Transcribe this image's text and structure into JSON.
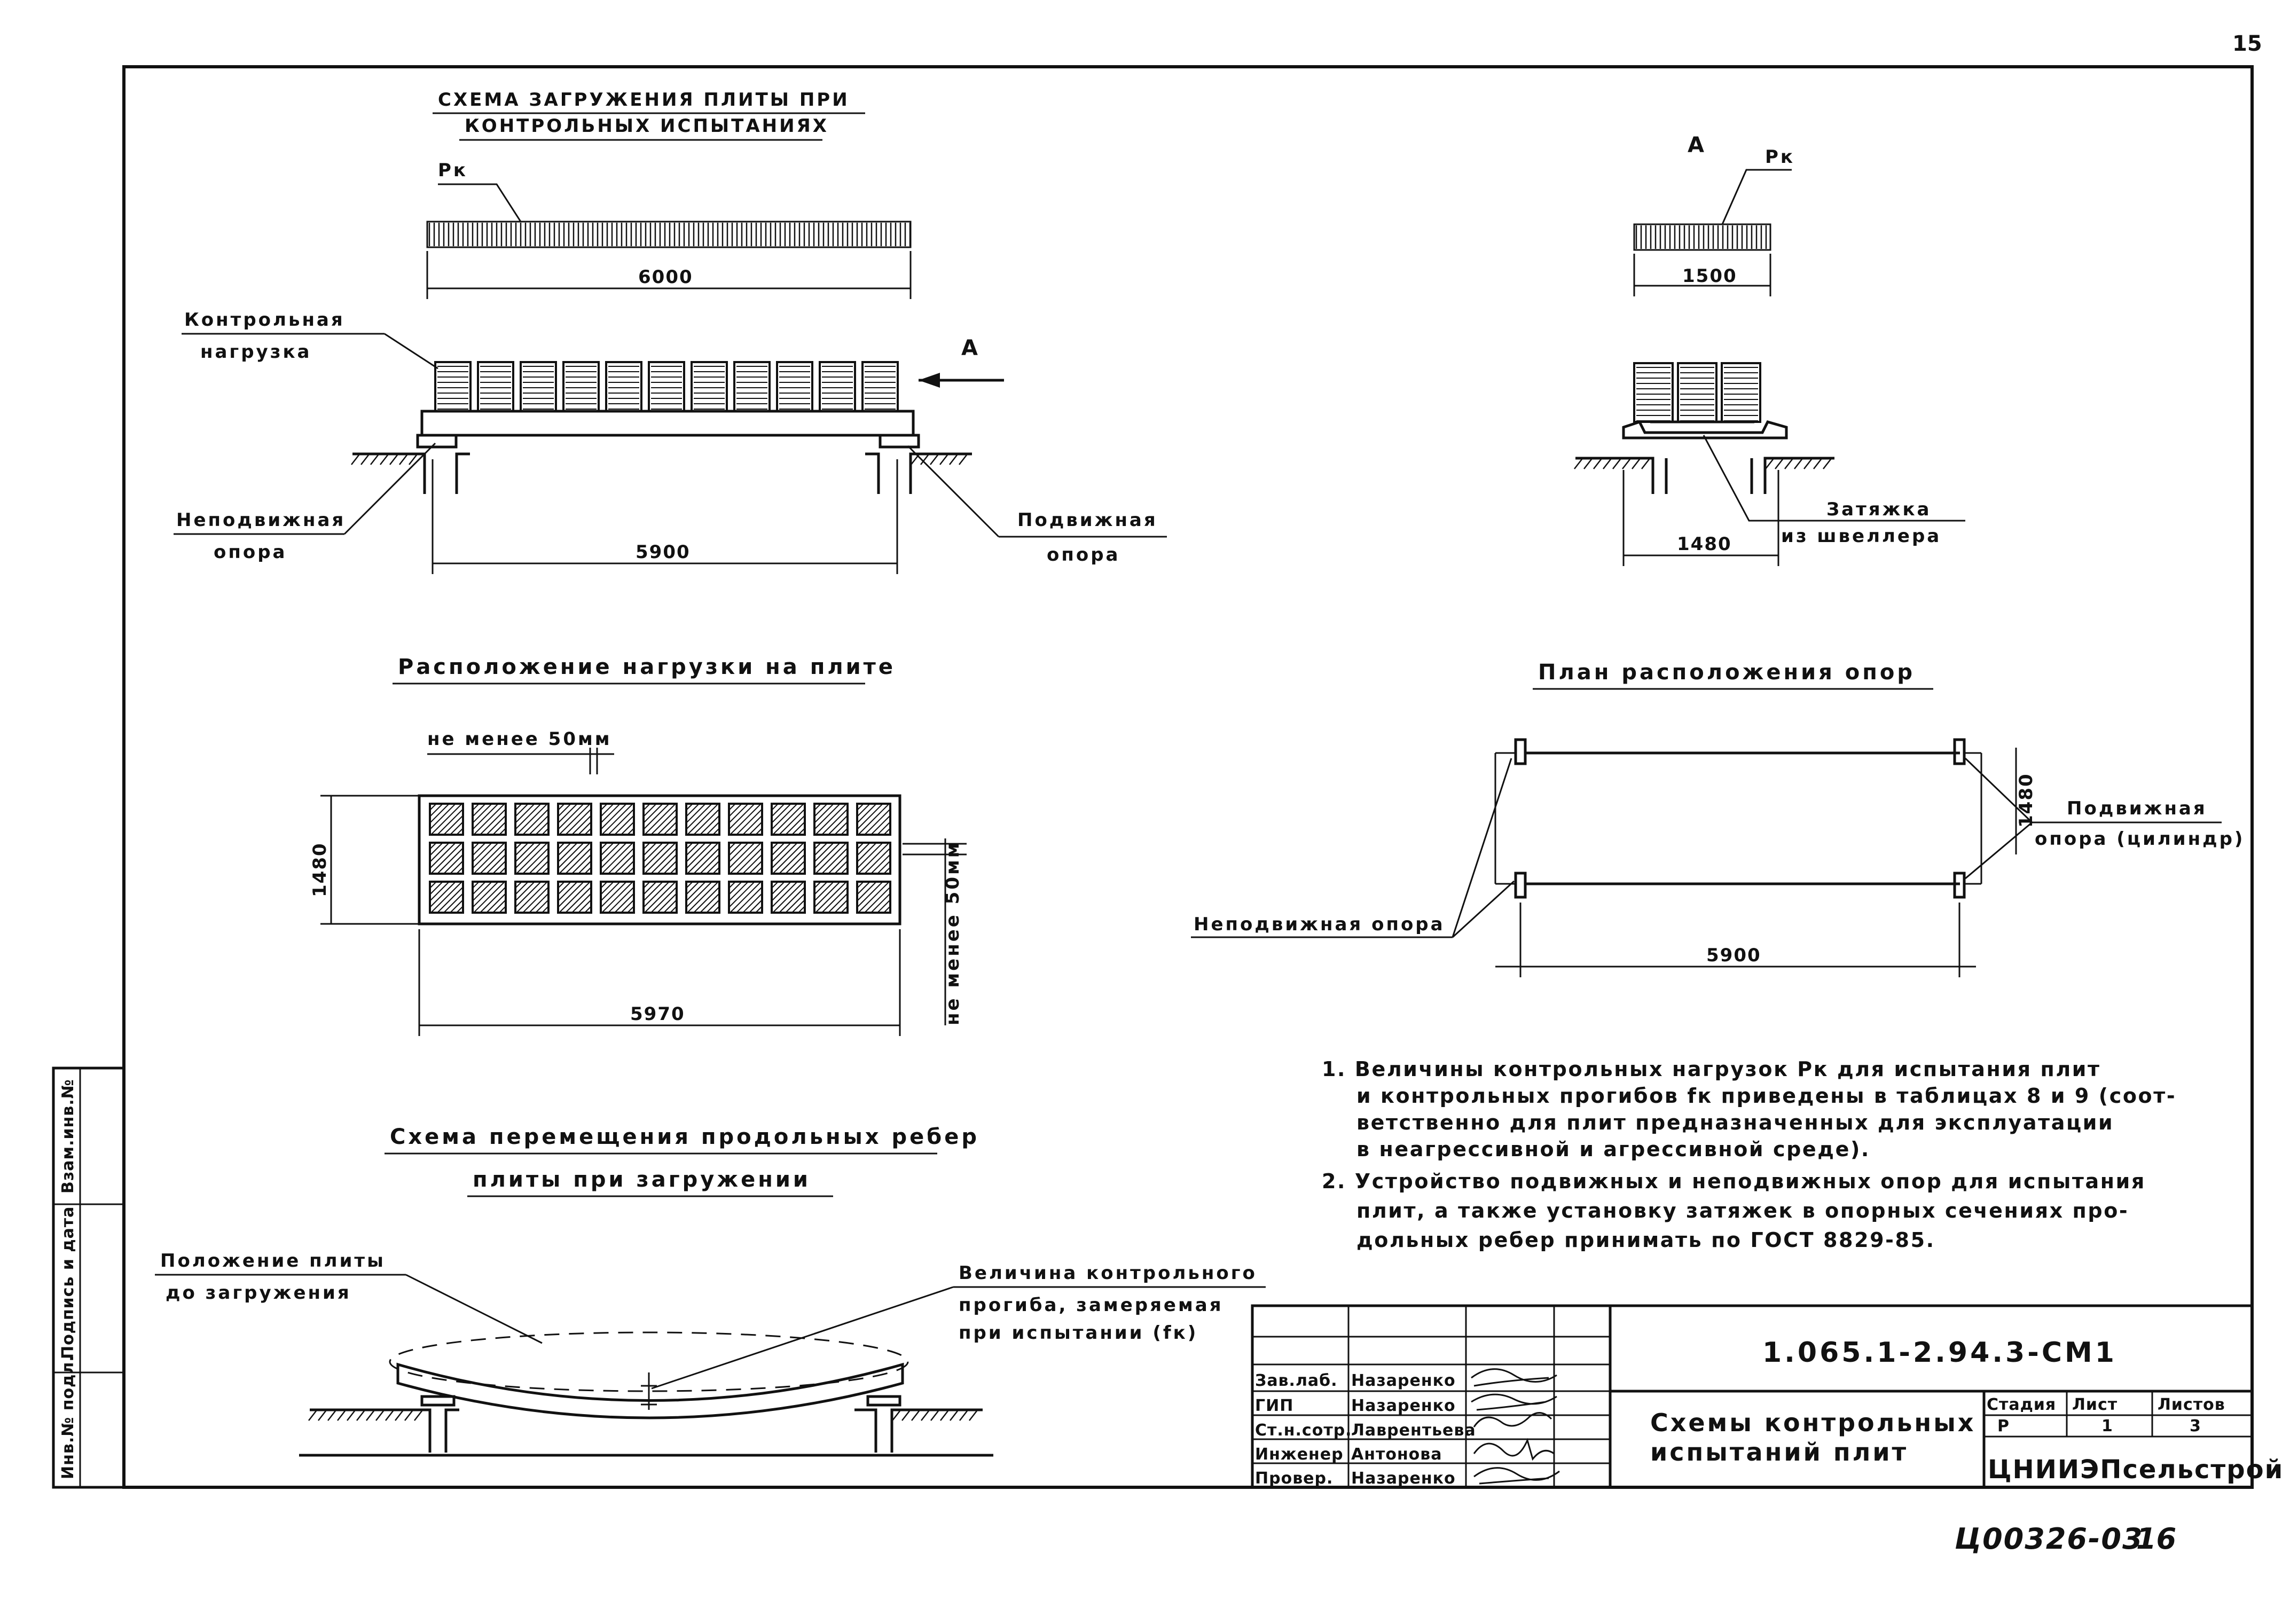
{
  "page_number": "15",
  "schemes": {
    "loading": {
      "title_line1": "СХЕМА ЗАГРУЖЕНИЯ ПЛИТЫ ПРИ",
      "title_line2": "КОНТРОЛЬНЫХ ИСПЫТАНИЯХ",
      "load_symbol": "Pк",
      "load_length": "6000",
      "control_load_line1": "Контрольная",
      "control_load_line2": "нагрузка",
      "view_marker": "А",
      "fixed_support_line1": "Неподвижная",
      "fixed_support_line2": "опора",
      "movable_support_line1": "Подвижная",
      "movable_support_line2": "опора",
      "span": "5900"
    },
    "section_a": {
      "label": "А",
      "load_symbol": "Pк",
      "load_length": "1500",
      "width": "1480",
      "tie_line1": "Затяжка",
      "tie_line2": "из швеллера"
    },
    "load_layout": {
      "title": "Расположение нагрузки на плите",
      "gap_label": "не менее 50мм",
      "side_gap_label": "не менее 50мм",
      "width": "1480",
      "length": "5970"
    },
    "support_plan": {
      "title": "План расположения опор",
      "width": "1480",
      "movable_line1": "Подвижная",
      "movable_line2": "опора (цилиндр)",
      "fixed": "Неподвижная опора",
      "span": "5900"
    },
    "deflection": {
      "title_line1": "Схема перемещения продольных ребер",
      "title_line2": "плиты при загружении",
      "before_line1": "Положение плиты",
      "before_line2": "до загружения",
      "deflection_line1": "Величина контрольного",
      "deflection_line2": "прогиба, замеряемая",
      "deflection_line3": "при испытании (fк)"
    }
  },
  "notes": [
    "1. Величины контрольных нагрузок Pк для испытания плит",
    "и контрольных прогибов fк приведены в таблицах 8 и 9 (соот-",
    "ветственно для плит предназначенных для эксплуатации",
    "в неагрессивной и агрессивной среде).",
    "2. Устройство подвижных и неподвижных опор для испытания",
    "плит, а также установку затяжек в опорных сечениях про-",
    "дольных ребер принимать по ГОСТ 8829-85."
  ],
  "side_stamp": [
    "Взам.инв.№",
    "Подпись и дата",
    "Инв.№ подл."
  ],
  "title_block": {
    "code": "1.065.1-2.94.3-СМ1",
    "title_line1": "Схемы контрольных",
    "title_line2": "испытаний плит",
    "stage_label": "Стадия",
    "sheet_label": "Лист",
    "sheets_label": "Листов",
    "stage": "Р",
    "sheet": "1",
    "sheets": "3",
    "organization": "ЦНИИЭПсельстрой",
    "people": [
      {
        "role": "Зав.лаб.",
        "name": "Назаренко"
      },
      {
        "role": "ГИП",
        "name": "Назаренко"
      },
      {
        "role": "Ст.н.сотр.",
        "name": "Лаврентьева"
      },
      {
        "role": "Инженер",
        "name": "Антонова"
      },
      {
        "role": "Провер.",
        "name": "Назаренко"
      }
    ]
  },
  "archive_number": "Ц00326-03",
  "archive_page": "16"
}
